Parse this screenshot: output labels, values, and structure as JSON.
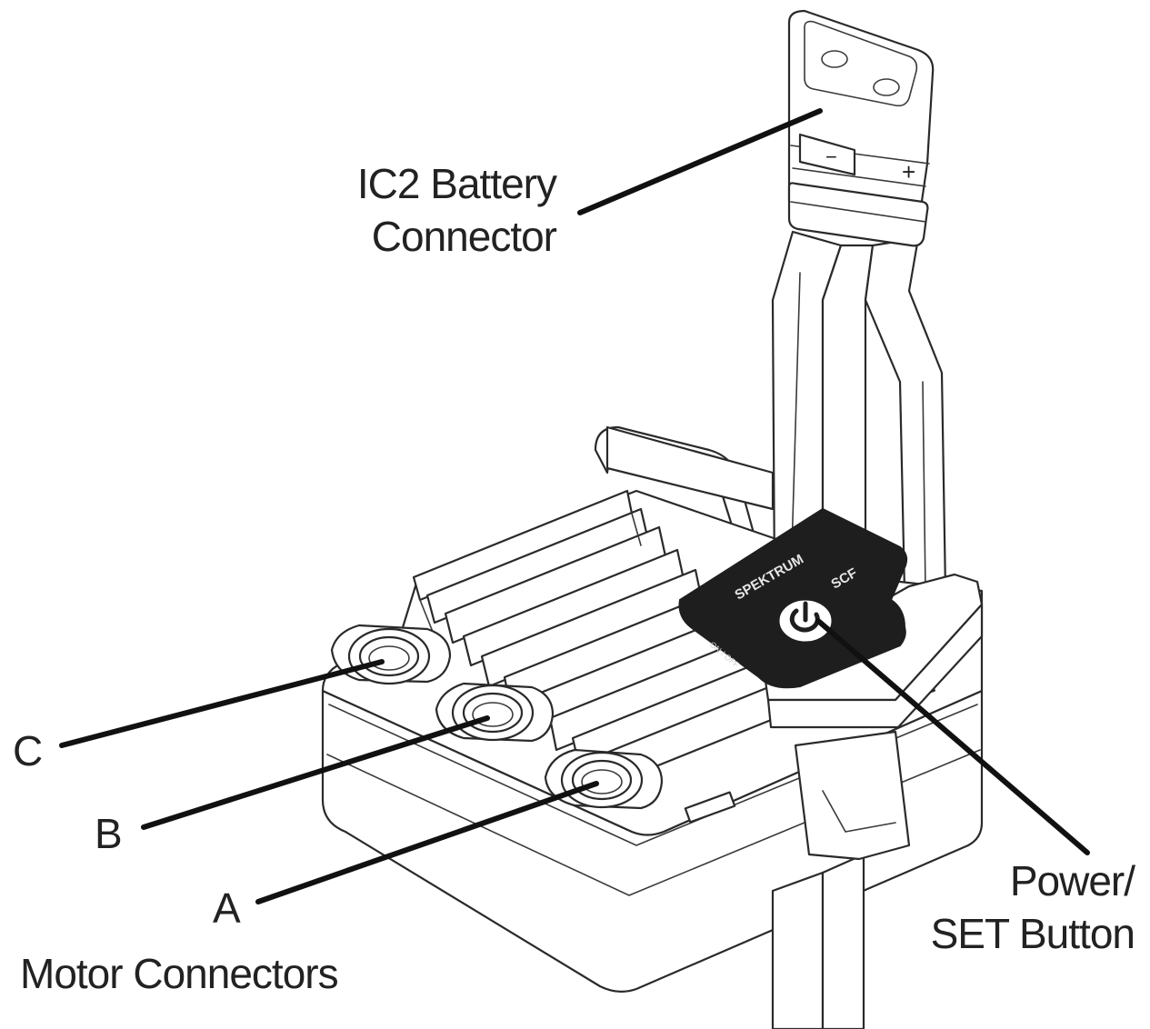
{
  "labels": {
    "battery_line1": "IC2 Battery",
    "battery_line2": "Connector",
    "motor_c": "C",
    "motor_b": "B",
    "motor_a": "A",
    "motor_connectors": "Motor Connectors",
    "power_line1": "Power/",
    "power_line2": "SET Button"
  },
  "plate": {
    "brand": "SPEKTRUM",
    "model": "SCF",
    "switch_text": "ON / OFF"
  },
  "connector": {
    "polarity_plus": "+",
    "polarity_minus": "−"
  },
  "icons": {
    "power": "power-icon"
  },
  "colors": {
    "line": "#2a2a2a",
    "plate": "#1e1e1e",
    "background": "#ffffff"
  }
}
